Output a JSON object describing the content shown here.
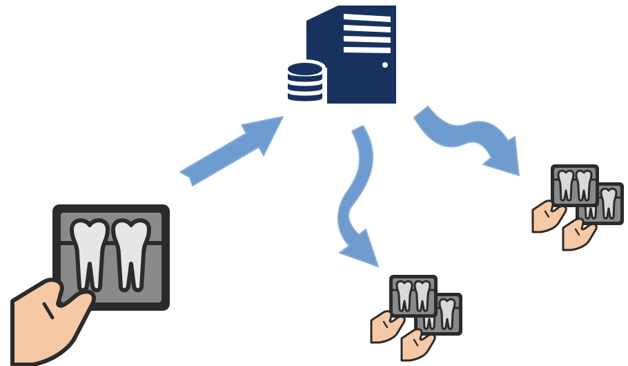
{
  "diagram": {
    "nodes": [
      {
        "name": "server-database-icon",
        "role": "central storage"
      },
      {
        "name": "dental-xray-held-icon",
        "role": "source image"
      },
      {
        "name": "dental-xray-copies-icon",
        "role": "distributed copies"
      },
      {
        "name": "dental-xray-copies-icon",
        "role": "distributed copies"
      }
    ],
    "edges": [
      {
        "from": "dental-xray-held-icon",
        "to": "server-database-icon"
      },
      {
        "from": "server-database-icon",
        "to": "dental-xray-copies-icon"
      },
      {
        "from": "server-database-icon",
        "to": "dental-xray-copies-icon"
      }
    ]
  },
  "colors": {
    "server": "#17325e",
    "arrow_fill": "#6e9bd0",
    "arrow_stroke": "#8aaed8",
    "film_outer": "#2b2b2b",
    "film_inner": "#8a8a8a",
    "tooth": "#e6e6e6",
    "skin": "#f6c9a6"
  }
}
